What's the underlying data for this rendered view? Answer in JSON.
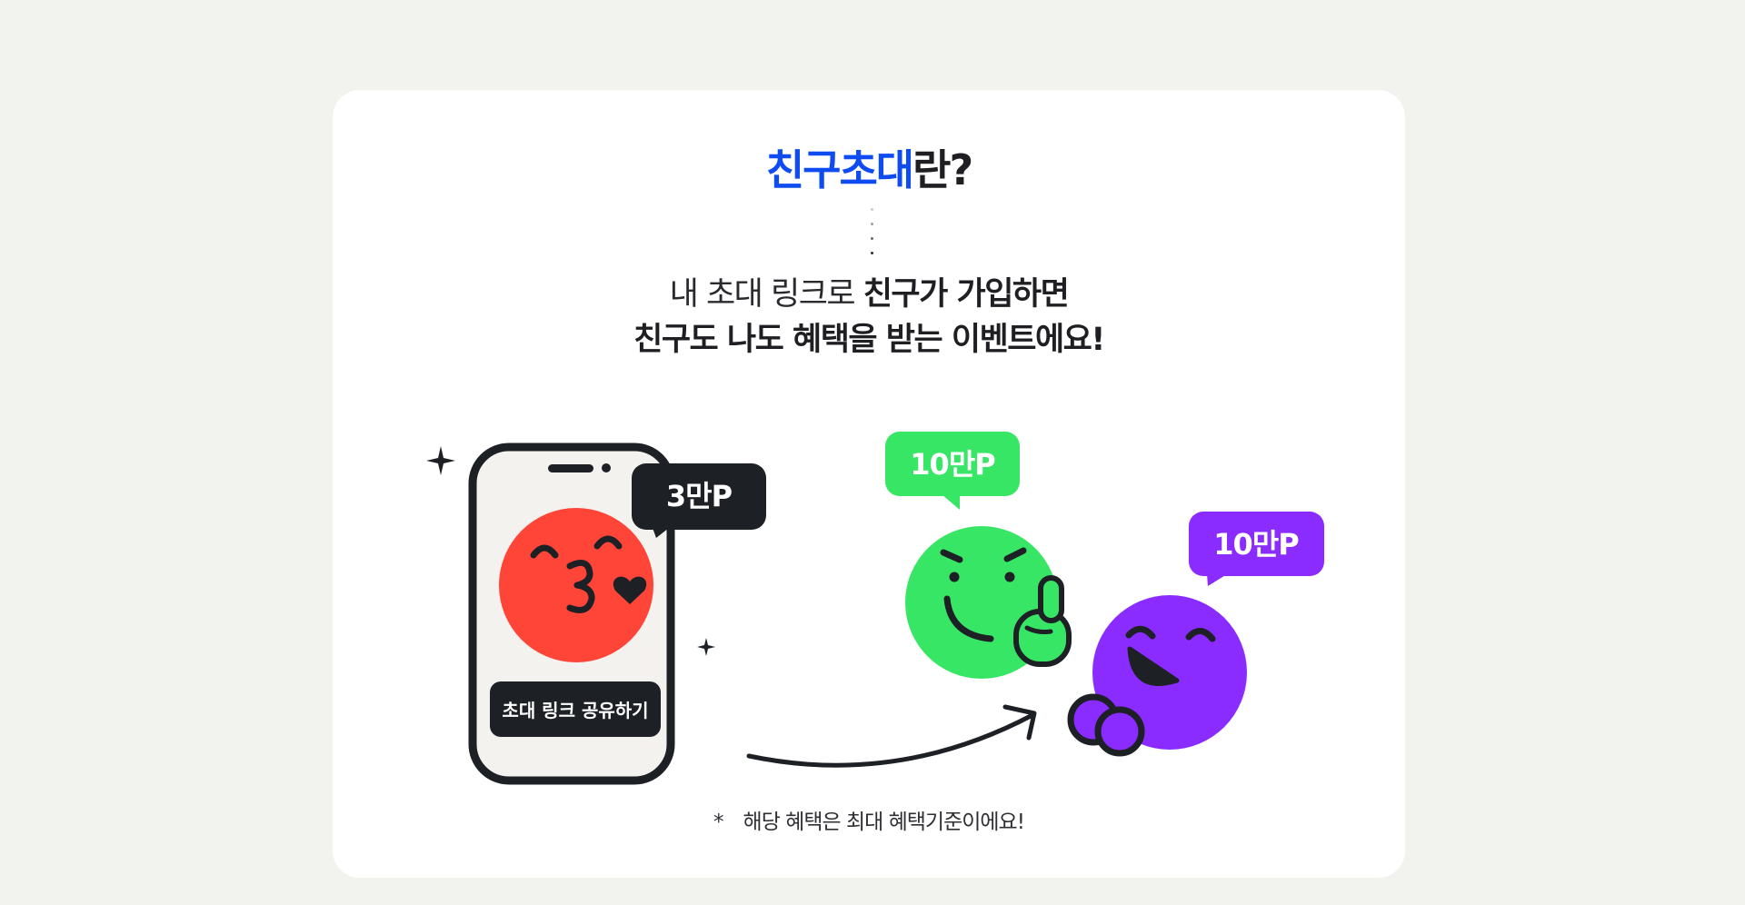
{
  "title": {
    "highlight": "친구초대",
    "rest": "란?"
  },
  "description": {
    "line1_regular": "내 초대 링크로 ",
    "line1_bold": "친구가 가입하면",
    "line2_bold": "친구도 나도 혜택을 받는 이벤트에요!"
  },
  "illustration": {
    "phone_button_label": "초대 링크 공유하기",
    "bubble_self": "3만P",
    "bubble_friend_green": "10만P",
    "bubble_friend_purple": "10만P",
    "colors": {
      "red": "#ff4538",
      "green": "#38e665",
      "purple": "#8a2bff",
      "dark": "#1d2024"
    },
    "icons": [
      "sparkle-icon",
      "phone-icon",
      "kiss-face-icon",
      "smirk-face-icon",
      "thumbs-up-icon",
      "laughing-face-icon",
      "arrow-icon"
    ]
  },
  "footnote": {
    "star": "*",
    "text": "해당 혜택은 최대 혜택기준이에요!"
  }
}
